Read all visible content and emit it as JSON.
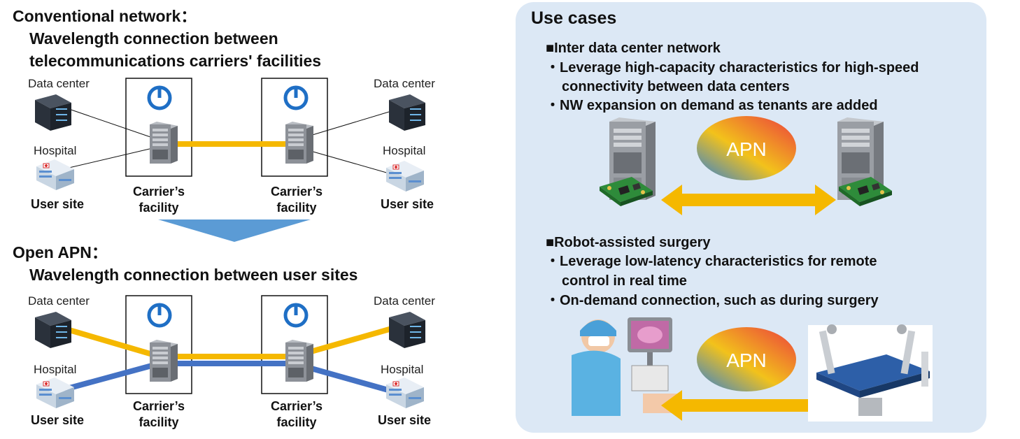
{
  "conventional": {
    "title": "Conventional network：",
    "subtitle_line1": "Wavelength connection between",
    "subtitle_line2": "telecommunications carriers' facilities"
  },
  "open_apn": {
    "title": "Open APN：",
    "subtitle": "Wavelength connection between user sites"
  },
  "labels": {
    "data_center": "Data center",
    "hospital": "Hospital",
    "user_site": "User site",
    "carrier_line1": "Carrier’s",
    "carrier_line2": "facility"
  },
  "use_cases": {
    "title": "Use cases",
    "case1": {
      "heading": "■Inter data center network",
      "bullet1_line1": "・Leverage high-capacity characteristics for high-speed",
      "bullet1_line2": "connectivity between data centers",
      "bullet2": "・NW expansion on demand as tenants are added"
    },
    "case2": {
      "heading": "■Robot-assisted surgery",
      "bullet1_line1": "・Leverage low-latency characteristics for remote",
      "bullet1_line2": "control in real time",
      "bullet2": "・On-demand connection, such as during surgery"
    },
    "apn_label": "APN"
  },
  "colors": {
    "yellow_link": "#f5b800",
    "blue_link": "#4472c4",
    "down_arrow": "#5b9bd5",
    "panel_bg": "#dce8f5",
    "carrier_logo": "#1f6fc5"
  }
}
